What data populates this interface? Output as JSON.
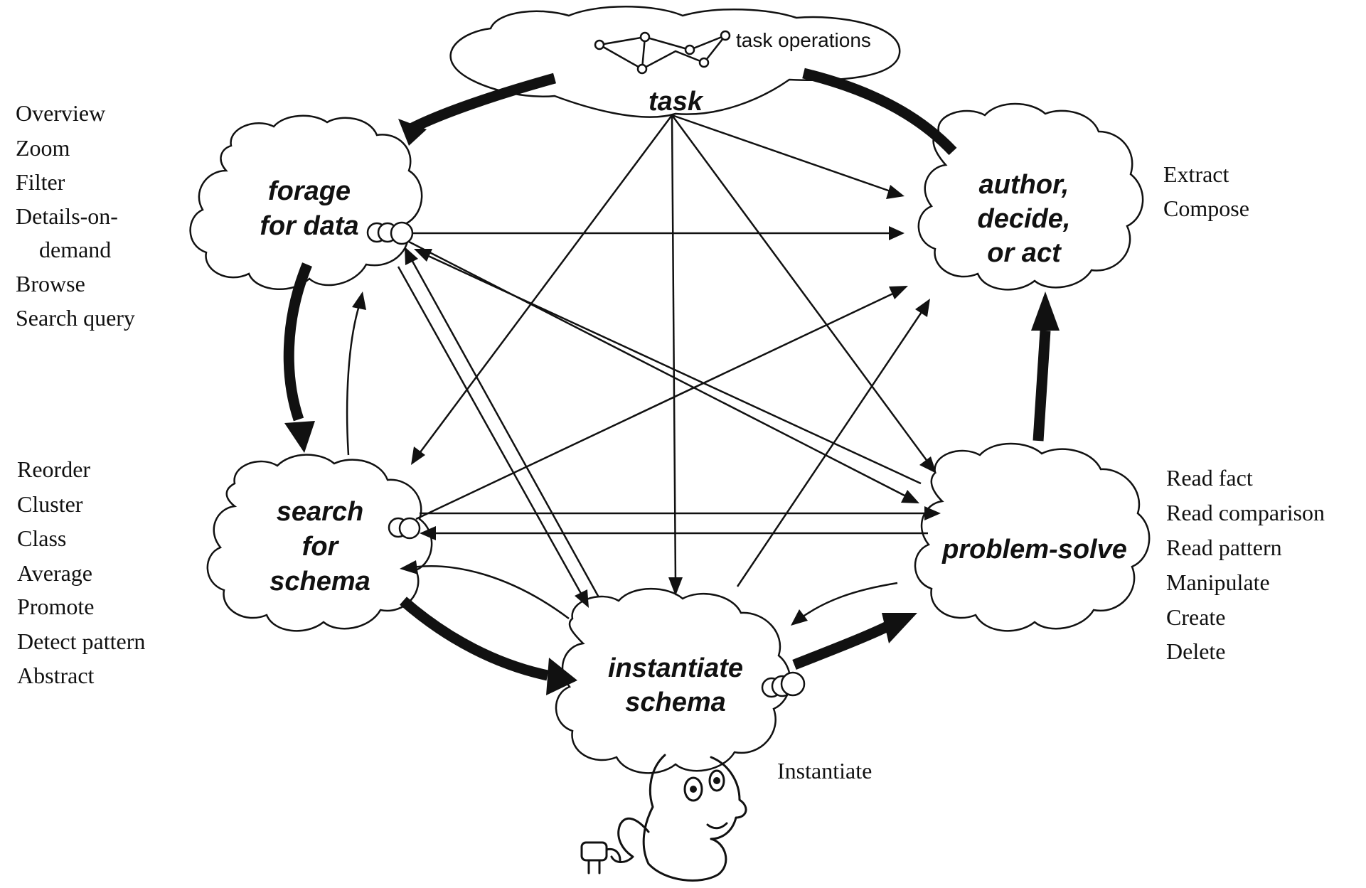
{
  "nodes": {
    "task": {
      "label": "task",
      "ops_label": "task operations"
    },
    "forage": {
      "line1": "forage",
      "line2": "for data"
    },
    "author": {
      "line1": "author,",
      "line2": "decide,",
      "line3": "or act"
    },
    "search": {
      "line1": "search",
      "line2": "for",
      "line3": "schema"
    },
    "problem": {
      "line1": "problem-solve"
    },
    "instantiate": {
      "line1": "instantiate",
      "line2": "schema"
    }
  },
  "operations": {
    "forage": [
      "Overview",
      "Zoom",
      "Filter",
      "Details-on-",
      "demand",
      "Browse",
      "Search query"
    ],
    "author": [
      "Extract",
      "Compose"
    ],
    "search": [
      "Reorder",
      "Cluster",
      "Class",
      "Average",
      "Promote",
      "Detect pattern",
      "Abstract"
    ],
    "problem": [
      "Read fact",
      "Read comparison",
      "Read pattern",
      "Manipulate",
      "Create",
      "Delete"
    ],
    "instantiate": [
      "Instantiate"
    ]
  }
}
